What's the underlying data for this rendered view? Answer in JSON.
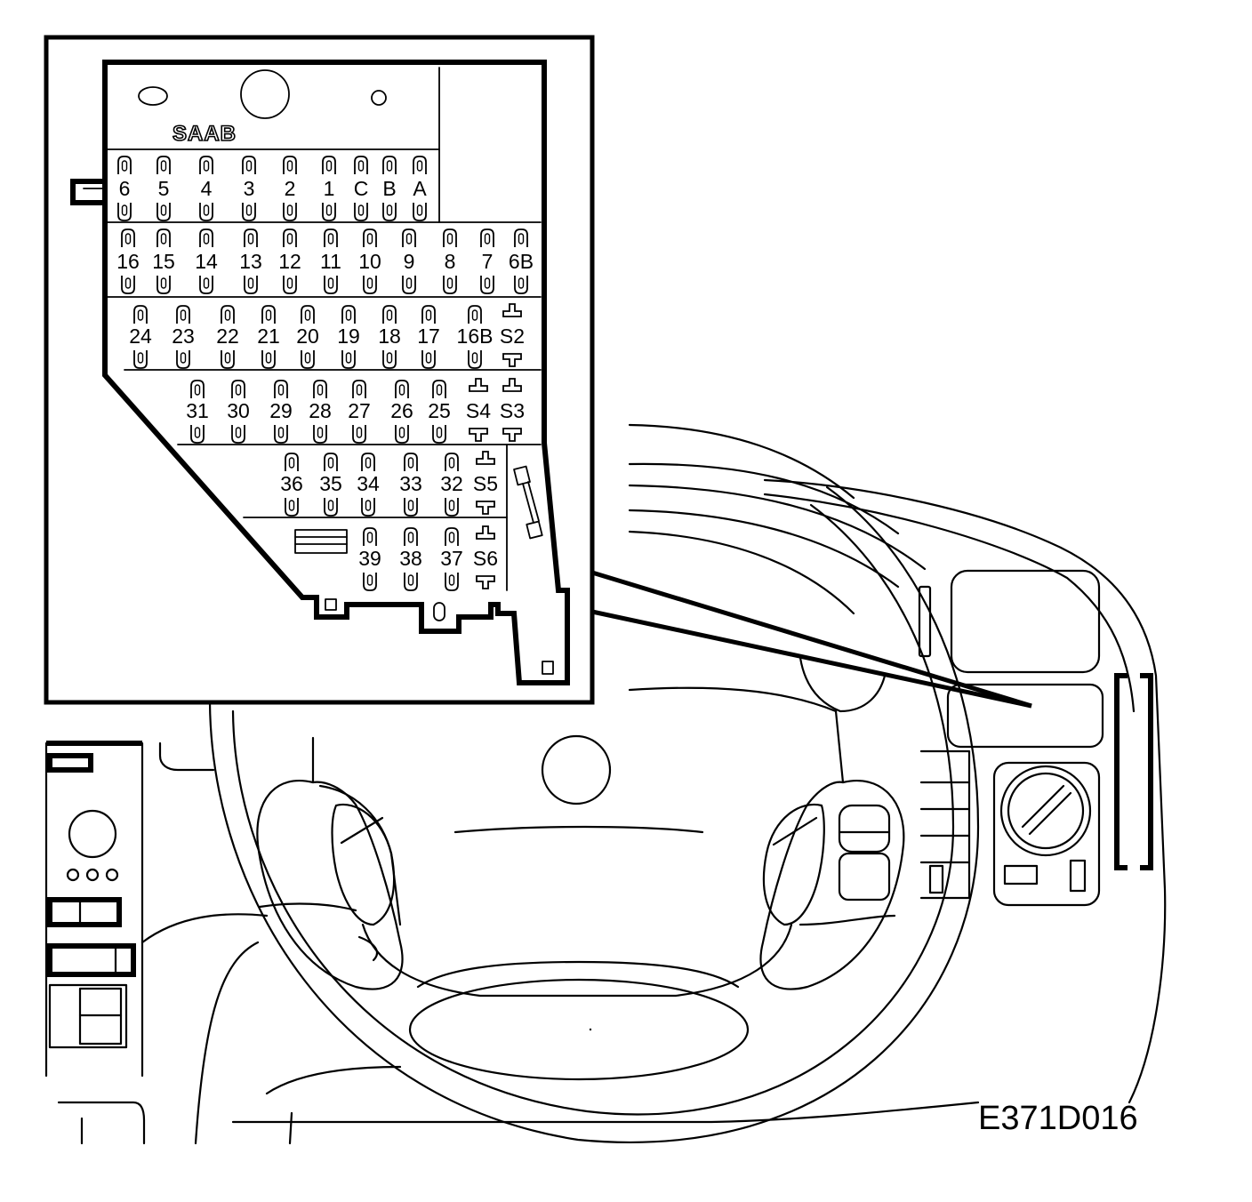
{
  "reference_code": "E371D016",
  "logo_text": "SAAB",
  "fuse_rows": [
    {
      "fuses": [
        "6",
        "5",
        "4",
        "3",
        "2",
        "1",
        "C",
        "B",
        "A"
      ],
      "relays": []
    },
    {
      "fuses": [
        "16",
        "15",
        "14",
        "13",
        "12",
        "11",
        "10",
        "9",
        "8",
        "7",
        "6B"
      ],
      "relays": []
    },
    {
      "fuses": [
        "24",
        "23",
        "22",
        "21",
        "20",
        "19",
        "18",
        "17",
        "16B"
      ],
      "relays": [
        "S2"
      ]
    },
    {
      "fuses": [
        "31",
        "30",
        "29",
        "28",
        "27",
        "26",
        "25"
      ],
      "relays": [
        "S4",
        "S3"
      ]
    },
    {
      "fuses": [
        "36",
        "35",
        "34",
        "33",
        "32"
      ],
      "relays": [
        "S5"
      ]
    },
    {
      "fuses": [
        "39",
        "38",
        "37"
      ],
      "relays": [
        "S6"
      ]
    }
  ]
}
